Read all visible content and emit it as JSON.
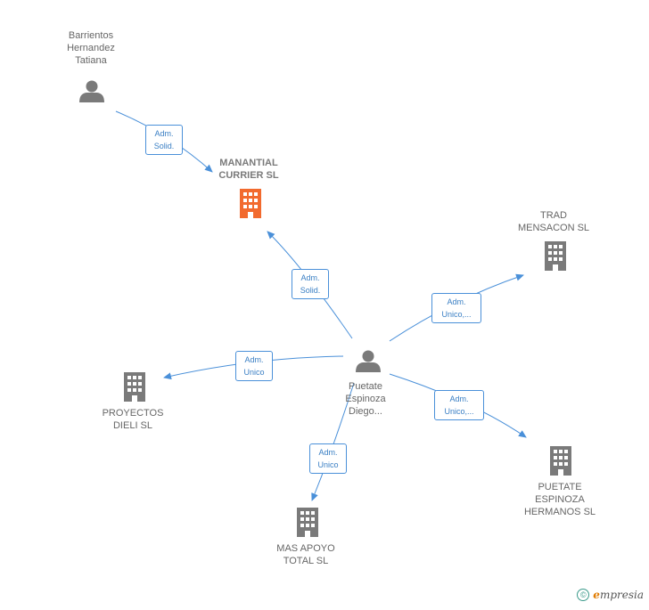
{
  "colors": {
    "edge": "#4a90d9",
    "node_gray": "#7a7a7a",
    "node_highlight": "#f26a2e"
  },
  "nodes": {
    "barrientos": {
      "label": "Barrientos\nHernandez\nTatiana",
      "icon": "person-icon"
    },
    "manantial": {
      "label": "MANANTIAL\nCURRIER  SL",
      "icon": "building-icon"
    },
    "trad": {
      "label": "TRAD\nMENSACON  SL",
      "icon": "building-icon"
    },
    "puetate": {
      "label": "Puetate\nEspinoza\nDiego...",
      "icon": "person-icon"
    },
    "proyectos": {
      "label": "PROYECTOS\nDIELI  SL",
      "icon": "building-icon"
    },
    "puetate_hermanos": {
      "label": "PUETATE\nESPINOZA\nHERMANOS  SL",
      "icon": "building-icon"
    },
    "mas_apoyo": {
      "label": "MAS APOYO\nTOTAL  SL",
      "icon": "building-icon"
    }
  },
  "edges": {
    "e1": {
      "label": "Adm.\nSolid."
    },
    "e2": {
      "label": "Adm.\nSolid."
    },
    "e3": {
      "label": "Adm.\nUnico,..."
    },
    "e4": {
      "label": "Adm.\nUnico"
    },
    "e5": {
      "label": "Adm.\nUnico,..."
    },
    "e6": {
      "label": "Adm.\nUnico"
    }
  },
  "footer": {
    "copyright": "©",
    "brand_e": "e",
    "brand_rest": "mpresia"
  }
}
